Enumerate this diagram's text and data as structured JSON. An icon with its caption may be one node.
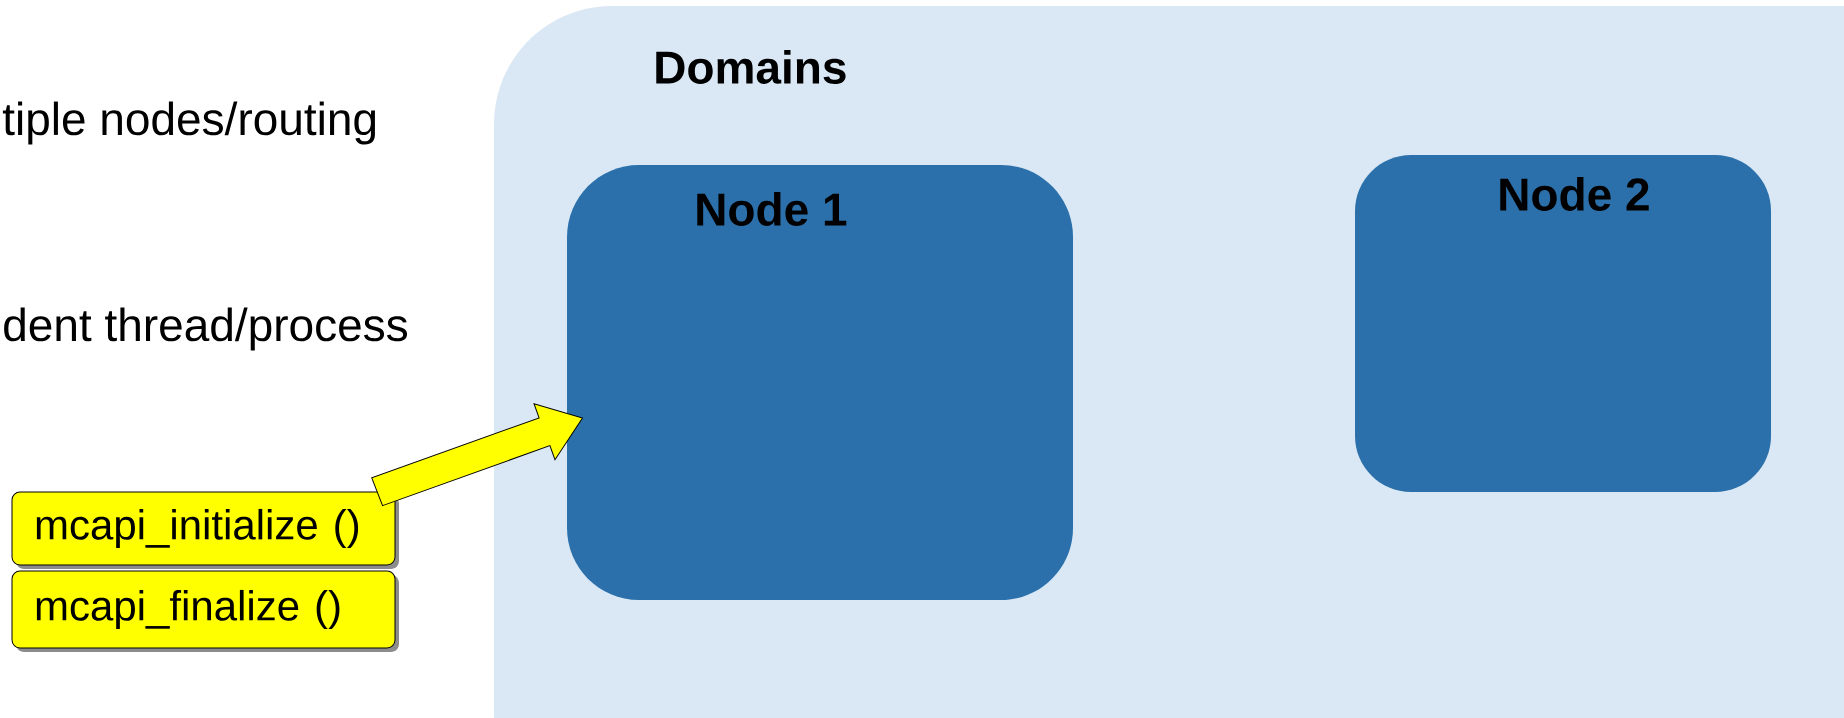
{
  "diagram": {
    "nodes": [
      {
        "text": [
          "Domains"
        ]
      },
      {
        "text": [
          "Node 1"
        ],
        "in": 0
      },
      {
        "text": [
          "Node 2"
        ],
        "in": 0
      },
      {
        "text": [
          "mcapi_initialize ()"
        ]
      },
      {
        "text": [
          "mcapi_finalize ()"
        ]
      }
    ],
    "edges": [
      {
        "from": 3,
        "to": 1,
        "arrow": "to"
      }
    ],
    "labels": [
      "tiple nodes/routing",
      "dent thread/process"
    ]
  }
}
